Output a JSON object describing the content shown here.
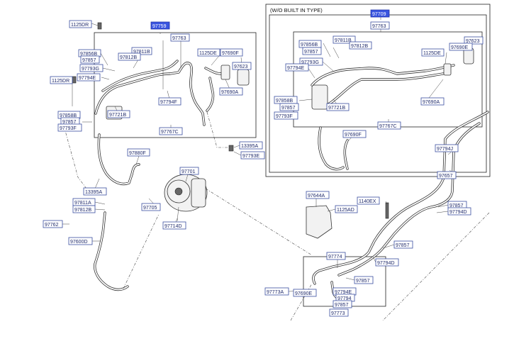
{
  "diagram": {
    "inset_title": "(W/O BUILT IN TYPE)",
    "labels": {
      "m_97759": "97759",
      "m_97763": "97763",
      "m_1125DR_a": "1125DR",
      "m_97811B": "97811B",
      "m_97856B": "97856B",
      "m_97857_a": "97857",
      "m_97812B": "97812B",
      "m_97793G": "97793G",
      "m_97794E": "97794E",
      "m_1125DE": "1125DE",
      "m_97690F": "97690F",
      "m_97623": "97623",
      "m_97690A": "97690A",
      "m_97721B": "97721B",
      "m_97794F": "97794F",
      "m_1125DR_b": "1125DR",
      "m_97858B": "97858B",
      "m_97857_b": "97857",
      "m_97793F": "97793F",
      "m_97767C": "97767C",
      "m_13395A_a": "13395A",
      "m_97793E": "97793E",
      "m_97880F": "97880F",
      "m_97701": "97701",
      "m_13395A_b": "13395A",
      "m_97811A": "97811A",
      "m_97812B_b": "97812B",
      "m_97762": "97762",
      "m_97600D": "97600D",
      "m_97705": "97705",
      "m_97714D": "97714D",
      "i_97709": "97709",
      "i_97763": "97763",
      "i_97811B": "97811B",
      "i_97856B": "97856B",
      "i_97857_a": "97857",
      "i_97812B": "97812B",
      "i_97793G": "97793G",
      "i_97794E": "97794E",
      "i_97623": "97623",
      "i_1125DE": "1125DE",
      "i_97690E": "97690E",
      "i_97858B": "97858B",
      "i_97857_b": "97857",
      "i_97721B": "97721B",
      "i_97793F": "97793F",
      "i_97690A": "97690A",
      "i_97767C": "97767C",
      "i_97690F": "97690F",
      "r_97794J": "97794J",
      "r_97657": "97657",
      "r_97644A": "97644A",
      "r_1140EX": "1140EX",
      "r_1125AD": "1125AD",
      "r_97857_a": "97857",
      "r_97794D_a": "97794D",
      "r_97857_b": "97857",
      "r_97774": "97774",
      "r_97794D_b": "97794D",
      "r_97857_c": "97857",
      "r_97773A": "97773A",
      "r_97690E": "97690E",
      "r_97794E": "97794E",
      "r_97794": "97794",
      "r_97857_d": "97857",
      "r_97773": "97773"
    }
  }
}
